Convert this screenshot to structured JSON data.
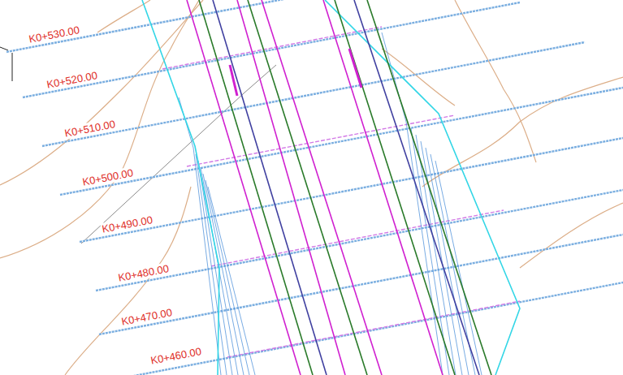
{
  "diagram": {
    "labels": [
      "K0+530.00",
      "K0+520.00",
      "K0+510.00",
      "K0+500.00",
      "K0+490.00",
      "K0+480.00",
      "K0+470.00",
      "K0+460.00"
    ]
  }
}
